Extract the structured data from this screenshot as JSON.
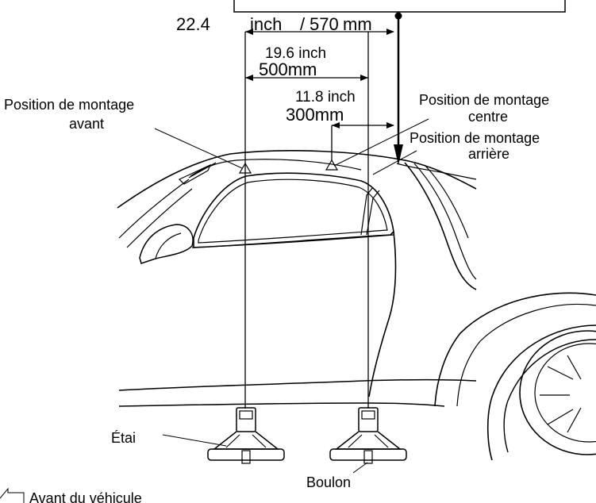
{
  "dimensions": {
    "total": {
      "inch": "22.4",
      "inch_unit": "inch",
      "mm": "570",
      "mm_unit": "mm"
    },
    "middle": {
      "inch_text": "19.6 inch",
      "mm_text": "500mm"
    },
    "short": {
      "inch_text": "11.8 inch",
      "mm_text": "300mm"
    }
  },
  "labels": {
    "front_position": {
      "line1": "Position de montage",
      "line2": "avant"
    },
    "center_position": {
      "line1": "Position de montage",
      "line2": "centre"
    },
    "rear_position": {
      "line1": "Position de montage",
      "line2": "arrière"
    },
    "stay": "Étai",
    "bolt": "Boulon",
    "vehicle_front": "Avant du véhicule"
  }
}
